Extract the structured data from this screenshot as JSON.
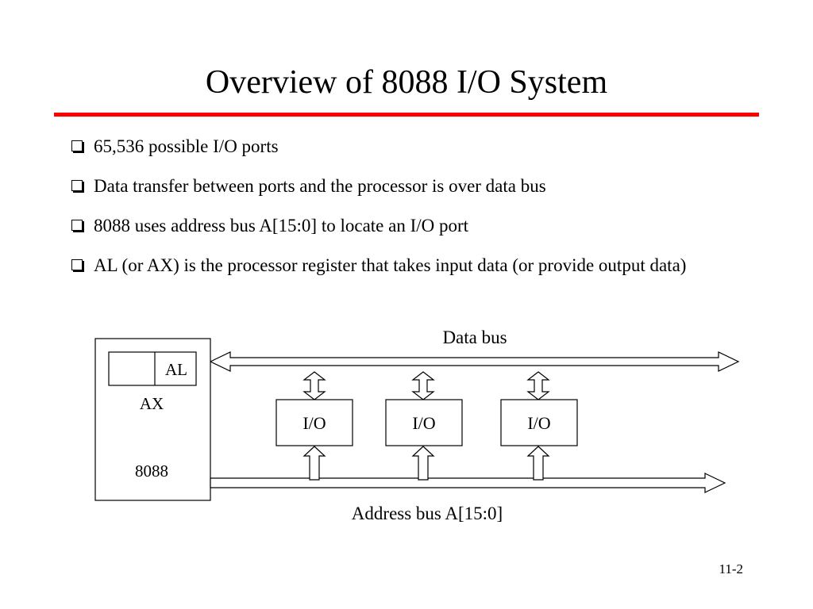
{
  "slide": {
    "title": "Overview of 8088 I/O System",
    "bullets": [
      "65,536 possible I/O ports",
      "Data transfer between ports and the processor is over data bus",
      "8088 uses address bus A[15:0] to locate an I/O port",
      "AL (or AX) is the processor register that takes input data (or provide output data)"
    ],
    "page_number": "11-2",
    "accent_color": "#ff0000"
  },
  "diagram": {
    "data_bus_label": "Data bus",
    "address_bus_label": "Address bus A[15:0]",
    "register_low_label": "AL",
    "register_label": "AX",
    "processor_label": "8088",
    "io_labels": [
      "I/O",
      "I/O",
      "I/O"
    ]
  }
}
